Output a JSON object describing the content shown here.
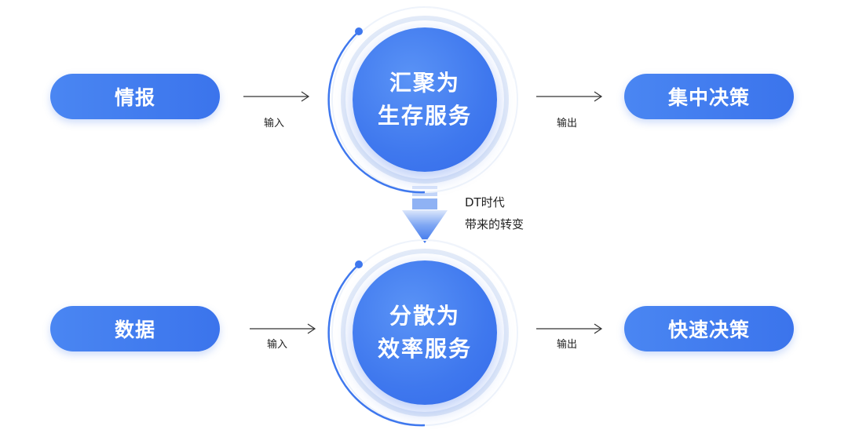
{
  "top_row": {
    "input_node": "情报",
    "input_label": "输入",
    "hub_line1": "汇聚为",
    "hub_line2": "生存服务",
    "output_label": "输出",
    "output_node": "集中决策"
  },
  "transition": {
    "line1": "DT时代",
    "line2": "带来的转变"
  },
  "bottom_row": {
    "input_node": "数据",
    "input_label": "输入",
    "hub_line1": "分散为",
    "hub_line2": "效率服务",
    "output_label": "输出",
    "output_node": "快速决策"
  },
  "colors": {
    "primary": "#3f78ee",
    "primary_light": "#5a93f6",
    "arrow": "#333333",
    "ring": "#dfe8f8"
  }
}
